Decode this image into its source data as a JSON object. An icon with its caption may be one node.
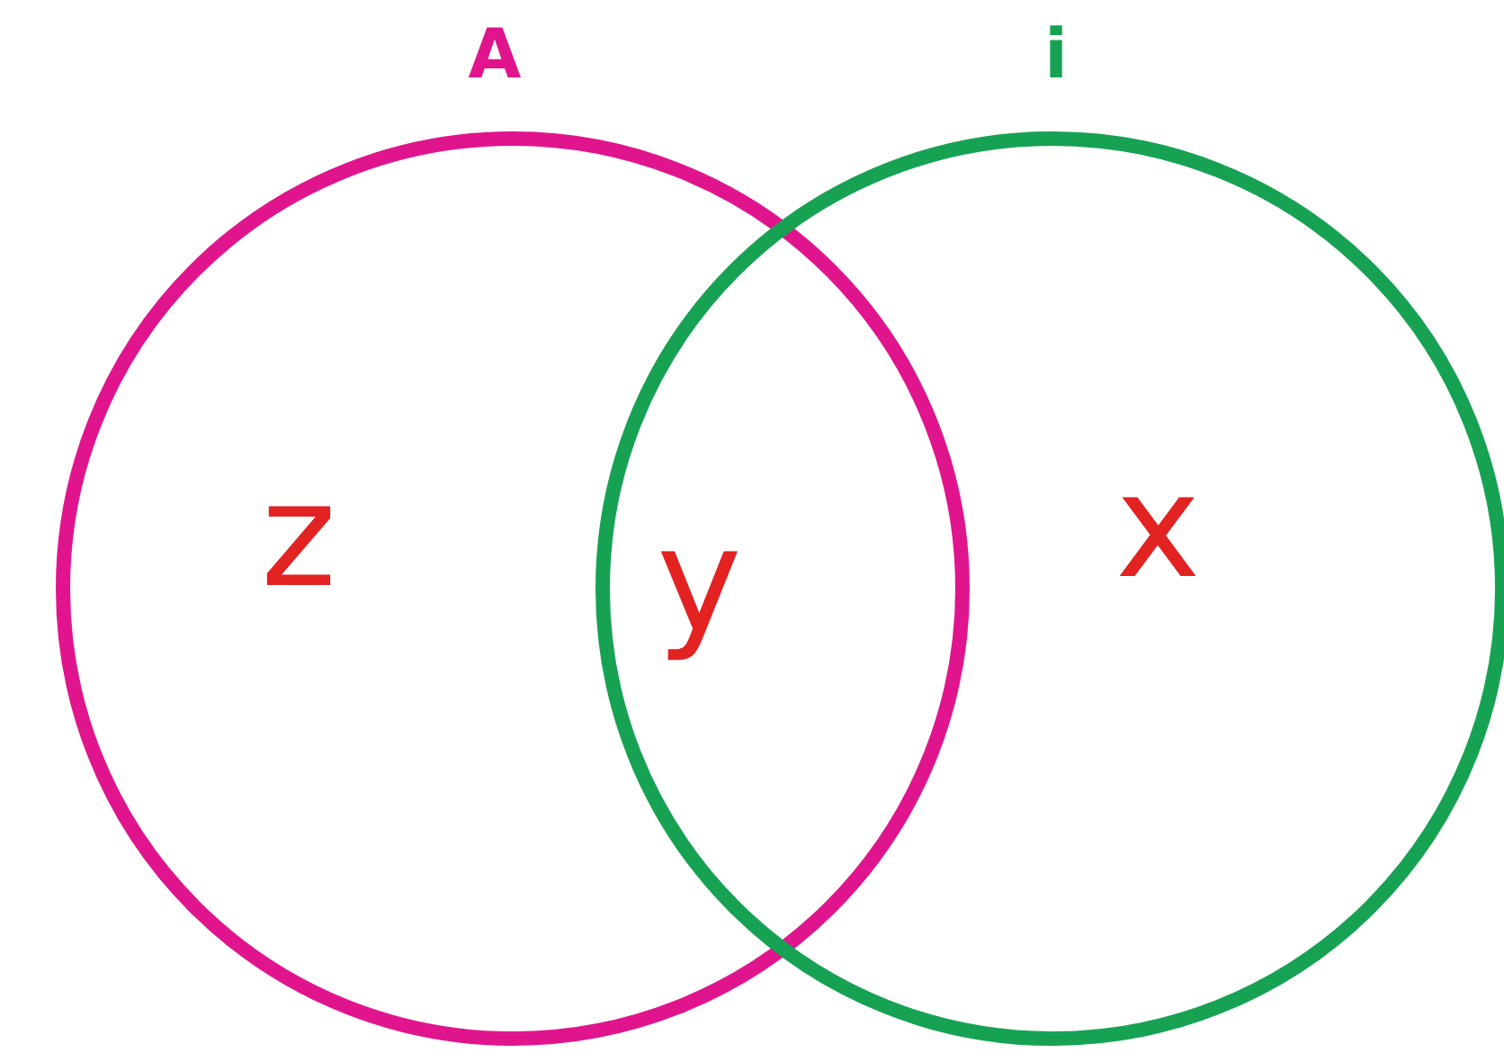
{
  "diagram": {
    "nodes": [
      {
        "text": [
          "A"
        ]
      },
      {
        "text": [
          "i"
        ]
      }
    ],
    "labels": [
      "z",
      "y",
      "x"
    ]
  }
}
